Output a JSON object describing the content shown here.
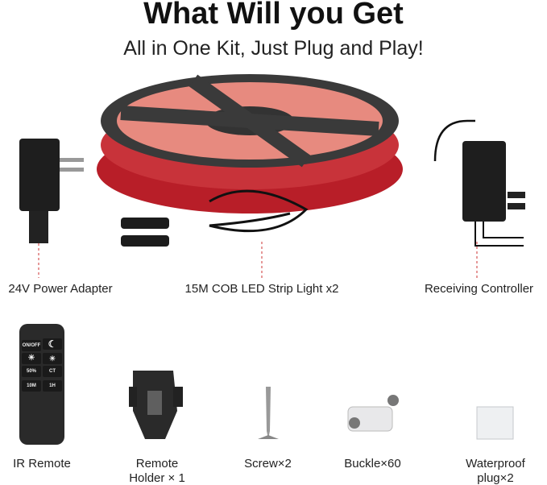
{
  "header": {
    "title": "What Will you Get",
    "subtitle": "All in One Kit, Just Plug and Play!"
  },
  "items": [
    {
      "label": "24V Power Adapter"
    },
    {
      "label": "15M COB LED Strip Light x2"
    },
    {
      "label": "Receiving Controller"
    },
    {
      "label": "IR Remote"
    },
    {
      "label_line1": "Remote",
      "label_line2": "Holder × 1"
    },
    {
      "label": "Screw×2"
    },
    {
      "label": "Buckle×60"
    },
    {
      "label_line1": "Waterproof",
      "label_line2": "plug×2"
    }
  ],
  "remote_buttons": [
    "ON/OFF",
    "50%",
    "CT",
    "10M",
    "1H"
  ],
  "colors": {
    "strip": "#c8333a",
    "reel": "#3a3a3a"
  }
}
